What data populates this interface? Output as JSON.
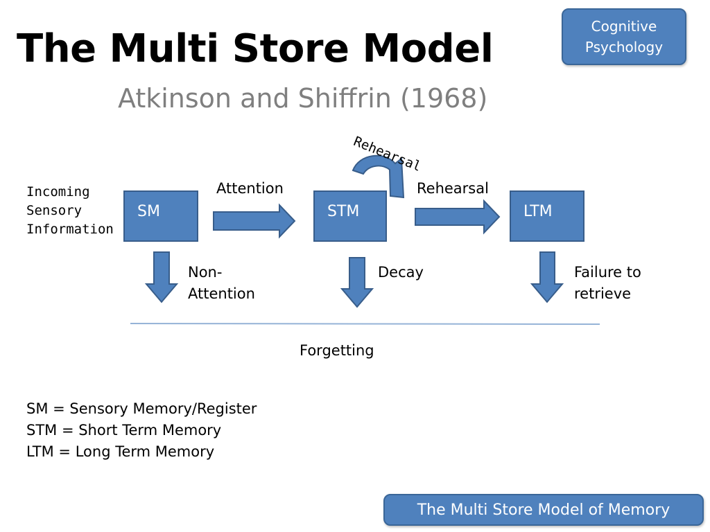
{
  "header": {
    "title": "The Multi Store Model",
    "subtitle": "Atkinson and Shiffrin (1968)",
    "topic_tag": "Cognitive Psychology",
    "footer_tag": "The Multi Store Model of Memory"
  },
  "diagram": {
    "input_label": "Incoming\nSensory\nInformation",
    "stores": {
      "sm": "SM",
      "stm": "STM",
      "ltm": "LTM"
    },
    "flow_labels": {
      "attention": "Attention",
      "rehearsal_forward": "Rehearsal",
      "rehearsal_loop": "Rehearsal"
    },
    "loss_labels": {
      "non_attention": "Non-\nAttention",
      "decay": "Decay",
      "failure": "Failure to\nretrieve"
    },
    "forgetting_label": "Forgetting"
  },
  "legend": [
    "SM = Sensory Memory/Register",
    "STM = Short Term Memory",
    "LTM = Long Term Memory"
  ],
  "colors": {
    "box_fill": "#4f81bd",
    "box_border": "#385d8a",
    "subtitle": "#7f7f7f",
    "divider": "#95b3d7"
  }
}
